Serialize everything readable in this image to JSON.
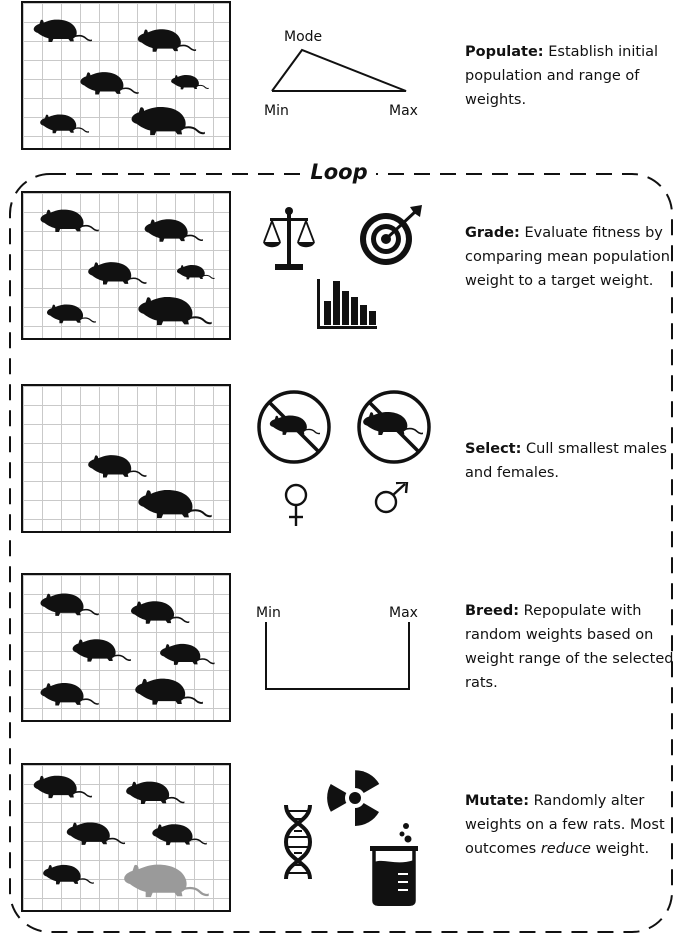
{
  "loop_title": "Loop",
  "populate": {
    "title": "Populate:",
    "text": "Establish initial population and range of weights.",
    "triangle": {
      "mode": "Mode",
      "min": "Min",
      "max": "Max"
    }
  },
  "grade": {
    "title": "Grade:",
    "text": "Evaluate fitness by comparing mean population weight to a target weight."
  },
  "select": {
    "title": "Select:",
    "text": "Cull smallest males and females."
  },
  "breed": {
    "title": "Breed:",
    "text": "Repopulate with random weights based on weight range of the selected rats.",
    "range": {
      "min": "Min",
      "max": "Max"
    }
  },
  "mutate": {
    "title": "Mutate:",
    "text_1": "Randomly alter weights on a few rats. Most outcomes",
    "text_em": "reduce",
    "text_2": "weight."
  },
  "icons": [
    "rat-icon",
    "scales-icon",
    "target-icon",
    "bar-chart-icon",
    "no-rat-icon",
    "female-symbol-icon",
    "male-symbol-icon",
    "dna-icon",
    "radiation-icon",
    "beaker-icon"
  ],
  "colors": {
    "ink": "#111111",
    "grid": "#c9c9c9",
    "mutant_rat": "#9a9a9a"
  }
}
